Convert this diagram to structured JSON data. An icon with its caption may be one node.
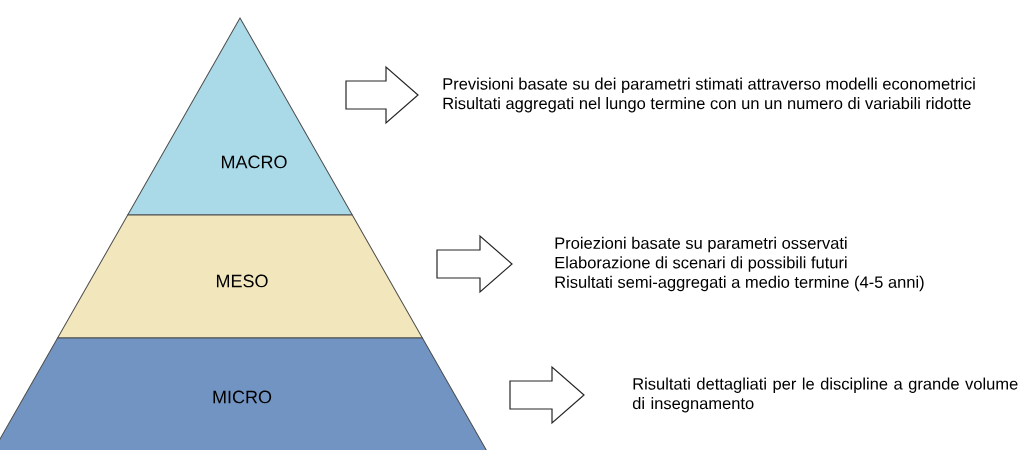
{
  "diagram": {
    "nodes": [
      {
        "text": [
          "MACRO"
        ]
      },
      {
        "text": [
          "MESO"
        ]
      },
      {
        "text": [
          "MICRO"
        ]
      },
      {
        "text": [
          "Previsioni basate su dei parametri stimati attraverso modelli econometrici",
          "Risultati aggregati nel lungo termine con un un numero di variabili ridotte"
        ]
      },
      {
        "text": [
          "Proiezioni basate su parametri osservati",
          "Elaborazione di scenari di possibili futuri",
          "Risultati semi-aggregati a medio termine (4-5 anni)"
        ]
      },
      {
        "text": [
          "Risultati dettagliati per le discipline a grande volume di insegnamento"
        ]
      }
    ],
    "edges": [
      {
        "from": 0,
        "to": 3,
        "arrow": "to"
      },
      {
        "from": 1,
        "to": 4,
        "arrow": "to"
      },
      {
        "from": 2,
        "to": 5,
        "arrow": "to"
      }
    ]
  }
}
